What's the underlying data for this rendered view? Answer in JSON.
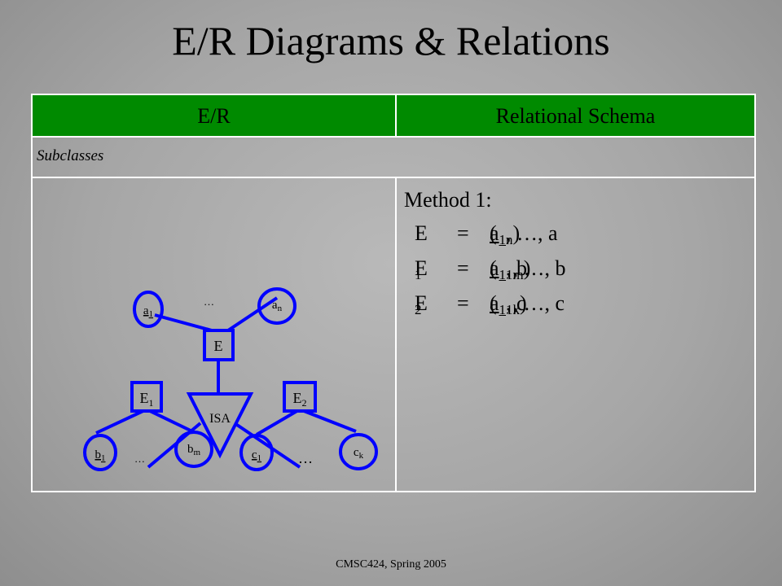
{
  "slide": {
    "title": "E/R Diagrams & Relations",
    "footer": "CMSC424, Spring 2005"
  },
  "table": {
    "header": {
      "col1": "E/R",
      "col2": "Relational Schema"
    },
    "section_label": "Subclasses",
    "header_color": "#008a00"
  },
  "diagram": {
    "entity": "E",
    "isa": "ISA",
    "sub1": {
      "name": "E",
      "index": "1"
    },
    "sub2": {
      "name": "E",
      "index": "2"
    },
    "attrs": {
      "a1": {
        "name": "a",
        "index": "1"
      },
      "an": {
        "name": "a",
        "index": "n"
      },
      "b1": {
        "name": "b",
        "index": "1"
      },
      "bm": {
        "name": "b",
        "index": "m"
      },
      "c1": {
        "name": "c",
        "index": "1"
      },
      "ck": {
        "name": "c",
        "index": "k"
      }
    },
    "ellipsis": "…",
    "shape_color": "#0000ff"
  },
  "schema": {
    "method": "Method 1:",
    "rows": [
      {
        "lhs": "E",
        "lhs_sub": "",
        "eq": "=",
        "rhs_open": "(",
        "key": "a",
        "key_sub": "1",
        "rest": ", …, a",
        "rest_sub": "n",
        "close": ")"
      },
      {
        "lhs": "E",
        "lhs_sub": "1",
        "eq": "=",
        "rhs_open": "(",
        "key": "a",
        "key_sub": "1",
        "rest": ", b",
        "rest_sub": "1",
        "rest2": ", …, b",
        "rest2_sub": "m",
        "close": ")"
      },
      {
        "lhs": "E",
        "lhs_sub": "2",
        "eq": "=",
        "rhs_open": "(",
        "key": "a",
        "key_sub": "1",
        "rest": ", c",
        "rest_sub": "1",
        "rest2": ", …, c",
        "rest2_sub": "k",
        "close": ")"
      }
    ]
  }
}
